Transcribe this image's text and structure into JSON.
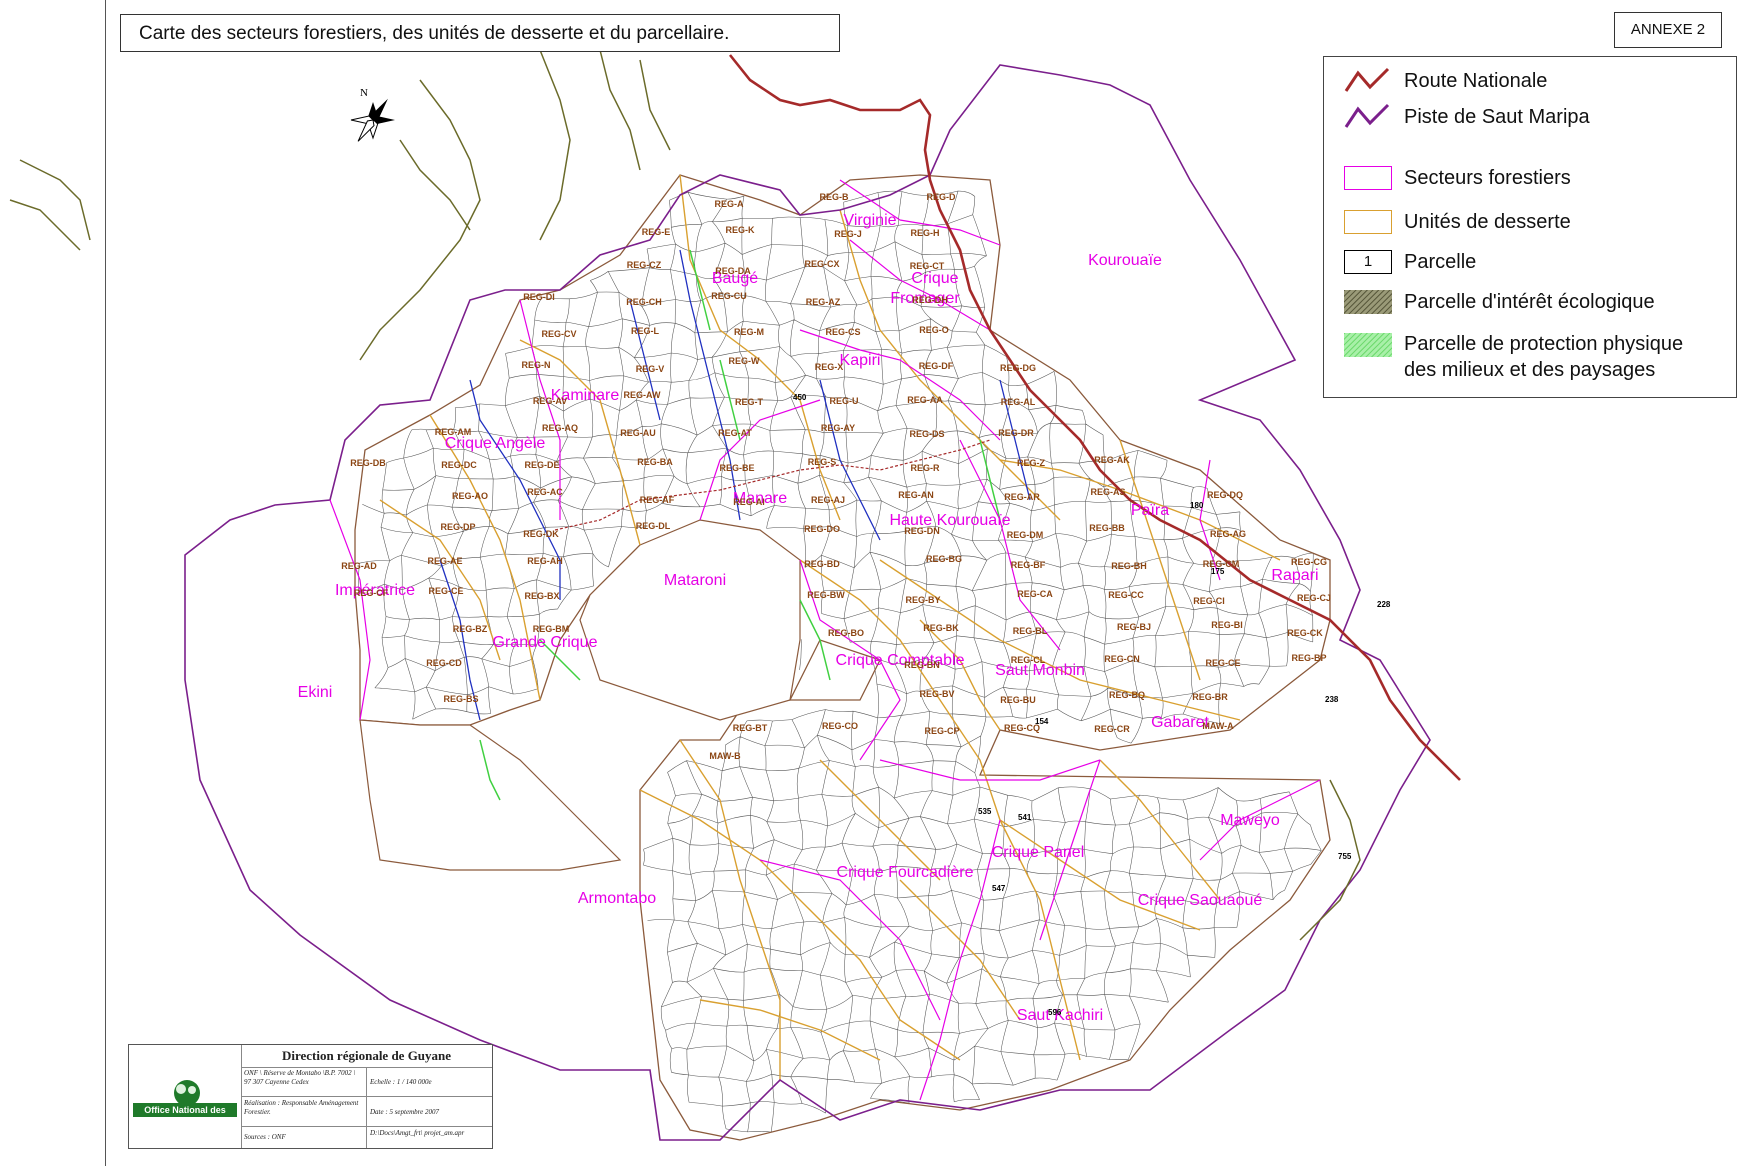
{
  "title": "Carte des secteurs forestiers, des unités de desserte et du parcellaire.",
  "annexe": "ANNEXE 2",
  "legend": {
    "route_nationale": "Route Nationale",
    "piste": "Piste de Saut Maripa",
    "secteurs": "Secteurs forestiers",
    "unites": "Unités de desserte",
    "parcelle_num": "1",
    "parcelle": "Parcelle",
    "interet": "Parcelle d'intérêt écologique",
    "protection_1": "Parcelle de protection physique",
    "protection_2": "des milieux et des paysages"
  },
  "colors": {
    "route": "#a52a2a",
    "piste": "#7b1f8c",
    "secteur": "#e600e6",
    "unite": "#d9a030",
    "unite_brown": "#8b5a3c",
    "parcel": "#555555",
    "river": "#2030c0",
    "protection": "#40d040",
    "creek": "#6b6b2a",
    "sector_label": "#e600e6",
    "unit_label": "#8b4513"
  },
  "north_label": "N",
  "sectors": [
    {
      "name": "Virginie"
    },
    {
      "name": "Crique"
    },
    {
      "name": "Fromager"
    },
    {
      "name": "Kourouaïe"
    },
    {
      "name": "Baugé"
    },
    {
      "name": "Kaminare"
    },
    {
      "name": "Kapiri"
    },
    {
      "name": "Crique Angèle"
    },
    {
      "name": "Manare"
    },
    {
      "name": "Haute Kourouaïe"
    },
    {
      "name": "Païra"
    },
    {
      "name": "Rapari"
    },
    {
      "name": "Impératrice"
    },
    {
      "name": "Mataroni"
    },
    {
      "name": "Grande Crique"
    },
    {
      "name": "Ekini"
    },
    {
      "name": "Crique Comptable"
    },
    {
      "name": "Saut Monbin"
    },
    {
      "name": "Gabaret"
    },
    {
      "name": "Maweyo"
    },
    {
      "name": "Crique Panel"
    },
    {
      "name": "Crique Fourcadière"
    },
    {
      "name": "Armontabo"
    },
    {
      "name": "Crique Saouaoué"
    },
    {
      "name": "Saut Kachiri"
    }
  ],
  "units": [
    "REG-A",
    "REG-B",
    "REG-D",
    "REG-E",
    "REG-K",
    "REG-J",
    "REG-H",
    "REG-CZ",
    "REG-DA",
    "REG-CX",
    "REG-CT",
    "REG-DI",
    "REG-CH",
    "REG-CU",
    "REG-AZ",
    "REG-DH",
    "REG-CV",
    "REG-L",
    "REG-M",
    "REG-CS",
    "REG-O",
    "REG-N",
    "REG-V",
    "REG-W",
    "REG-X",
    "REG-DF",
    "REG-DG",
    "REG-AV",
    "REG-AW",
    "REG-T",
    "REG-U",
    "REG-AA",
    "REG-AL",
    "REG-AM",
    "REG-AQ",
    "REG-AU",
    "REG-AT",
    "REG-AY",
    "REG-DS",
    "REG-DR",
    "REG-DB",
    "REG-DC",
    "REG-DE",
    "REG-BA",
    "REG-BE",
    "REG-S",
    "REG-R",
    "REG-Z",
    "REG-AK",
    "REG-AO",
    "REG-AC",
    "REG-AF",
    "REG-AI",
    "REG-AJ",
    "REG-AN",
    "REG-AR",
    "REG-AS",
    "REG-DQ",
    "REG-DP",
    "REG-DK",
    "REG-DL",
    "REG-DO",
    "REG-DN",
    "REG-DM",
    "REG-BB",
    "REG-AG",
    "REG-AD",
    "REG-AE",
    "REG-AH",
    "REG-BD",
    "REG-BG",
    "REG-BF",
    "REG-BH",
    "REG-CM",
    "REG-CG",
    "REG-CF",
    "REG-CE",
    "REG-BX",
    "REG-BW",
    "REG-BY",
    "REG-CA",
    "REG-CC",
    "REG-CI",
    "REG-CJ",
    "REG-BZ",
    "REG-BM",
    "REG-BO",
    "REG-BK",
    "REG-BL",
    "REG-BJ",
    "REG-BI",
    "REG-CK",
    "REG-CD",
    "REG-BN",
    "REG-CL",
    "REG-CN",
    "REG-CE",
    "REG-BP",
    "REG-BS",
    "REG-BV",
    "REG-BU",
    "REG-BQ",
    "REG-BR",
    "REG-BT",
    "REG-CO",
    "REG-CP",
    "REG-CQ",
    "REG-CR",
    "MAW-A",
    "MAW-B"
  ],
  "parcels_bold": [
    "450",
    "180",
    "175",
    "228",
    "238",
    "154",
    "535",
    "541",
    "547",
    "596",
    "755"
  ],
  "cartouche": {
    "title": "Direction régionale de Guyane",
    "logo_text": "Office National des Forêts",
    "address": "ONF \\ Réserve de Montabo \\B.P. 7002 \\ 97 307 Cayenne Cedex",
    "scale": "Echelle : 1 / 140 000e",
    "realisation": "Réalisation : Responsable Aménagement Forestier.",
    "date": "Date : 5 septembre 2007",
    "sources": "Sources : ONF",
    "file": "D:\\Docs\\Amgt_frt\\ projet_am.apr"
  }
}
